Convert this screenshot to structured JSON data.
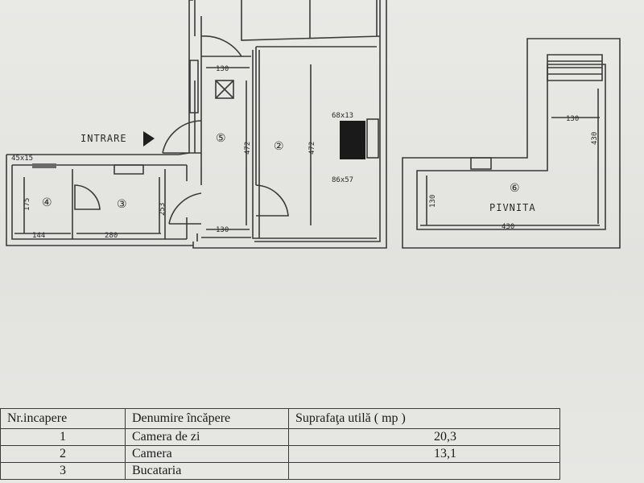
{
  "plan": {
    "entrance_label": "INTRARE",
    "rooms": {
      "r2": "②",
      "r3": "③",
      "r4": "④",
      "r5": "⑤",
      "r6": "⑥"
    },
    "basement_label": "PIVNITA",
    "dims": {
      "d45x15": "45x15",
      "d175": "175",
      "d144": "144",
      "d280": "280",
      "d253": "253",
      "d130_top": "130",
      "d130_bottom": "130",
      "d472_a": "472",
      "d472_b": "472",
      "d68x13": "68x13",
      "d86x57": "86x57",
      "b130_top": "130",
      "b430_right": "430",
      "b130_left": "130",
      "b430_bottom": "430"
    }
  },
  "table": {
    "headers": [
      "Nr.incapere",
      "Denumire încăpere",
      "Suprafaţa utilă ( mp )"
    ],
    "rows": [
      {
        "nr": "1",
        "name": "Camera de zi",
        "area": "20,3"
      },
      {
        "nr": "2",
        "name": "Camera",
        "area": "13,1"
      },
      {
        "nr": "3",
        "name": "Bucataria",
        "area": ""
      }
    ]
  }
}
